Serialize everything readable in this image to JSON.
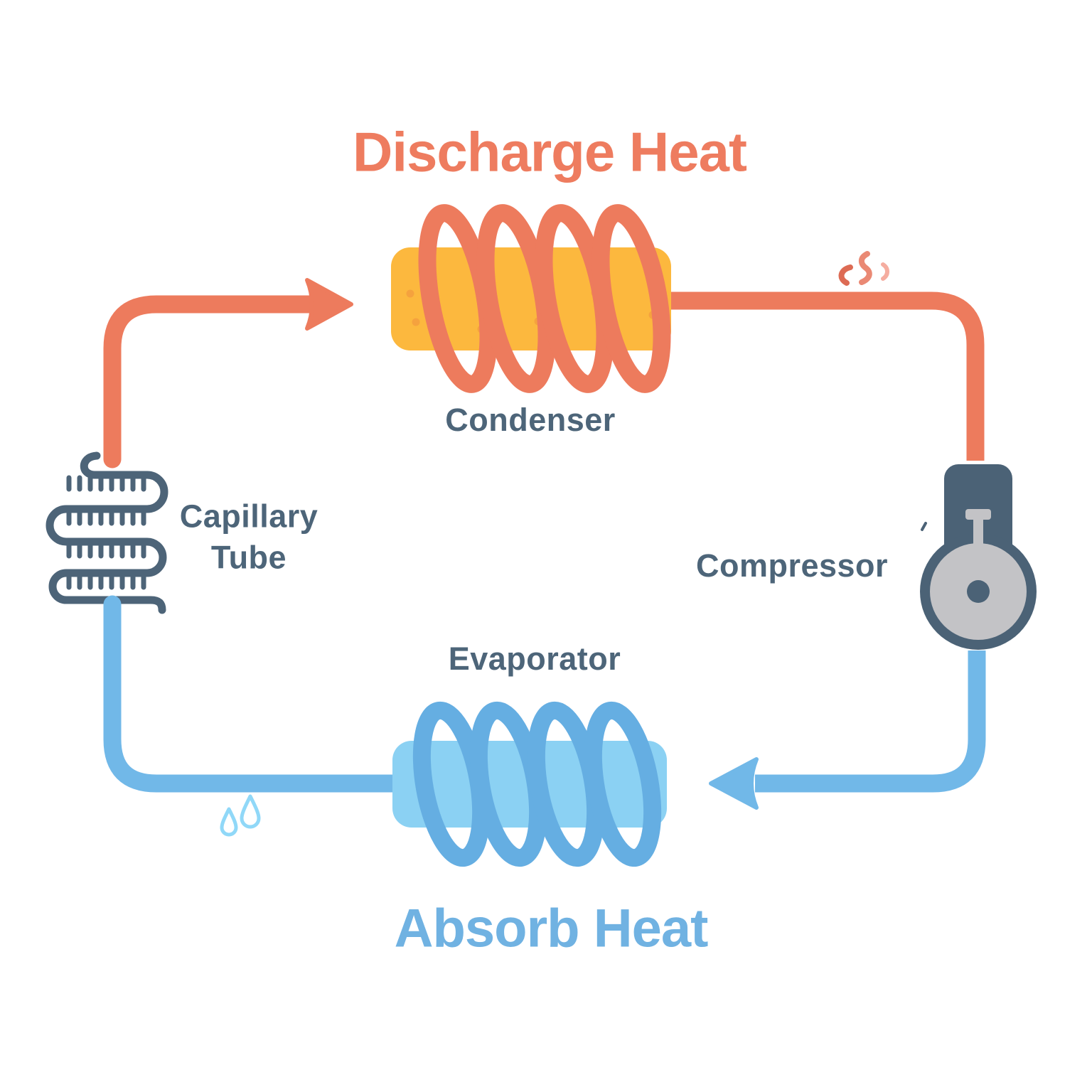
{
  "diagram": {
    "title_top": "Discharge Heat",
    "title_bottom": "Absorb Heat",
    "labels": {
      "condenser": "Condenser",
      "compressor": "Compressor",
      "evaporator": "Evaporator",
      "capillary_tube": "Capillary Tube"
    },
    "colors": {
      "background": "#FFFFFF",
      "hot_pipe": "#ED7B5D",
      "hot_title": "#EE7C5F",
      "condenser_body": "#FCB83E",
      "condenser_dots": "#F5A23E",
      "cold_pipe": "#71B8E8",
      "cold_title": "#70B2E2",
      "evaporator_body": "#8BD1F3",
      "evaporator_coil": "#65AEE2",
      "slate_text": "#4D6579",
      "compressor_dark": "#4B6276",
      "compressor_light": "#C3C3C6",
      "droplet_outline": "#90D8F8",
      "steam_1": "#DD6B54",
      "steam_2": "#EA8974",
      "steam_3": "#F5ADA0"
    }
  }
}
